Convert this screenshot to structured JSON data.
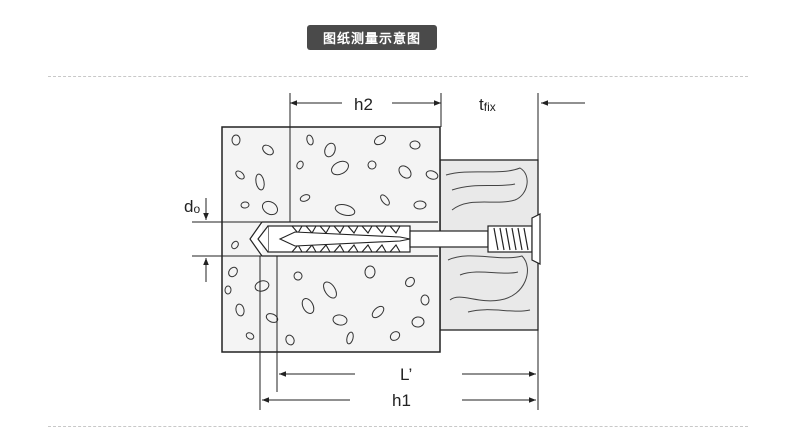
{
  "header": {
    "title": "图纸测量示意图"
  },
  "diagram": {
    "labels": {
      "h2": "h2",
      "t_main": "t",
      "t_sub": "fix",
      "d_main": "d",
      "d_sub": "o",
      "l_prime": "L’",
      "h1": "h1"
    },
    "colors": {
      "line": "#222222",
      "concrete": "#f0f0f0",
      "wood": "#e6e6e6",
      "badge": "#4a4a4a"
    }
  }
}
